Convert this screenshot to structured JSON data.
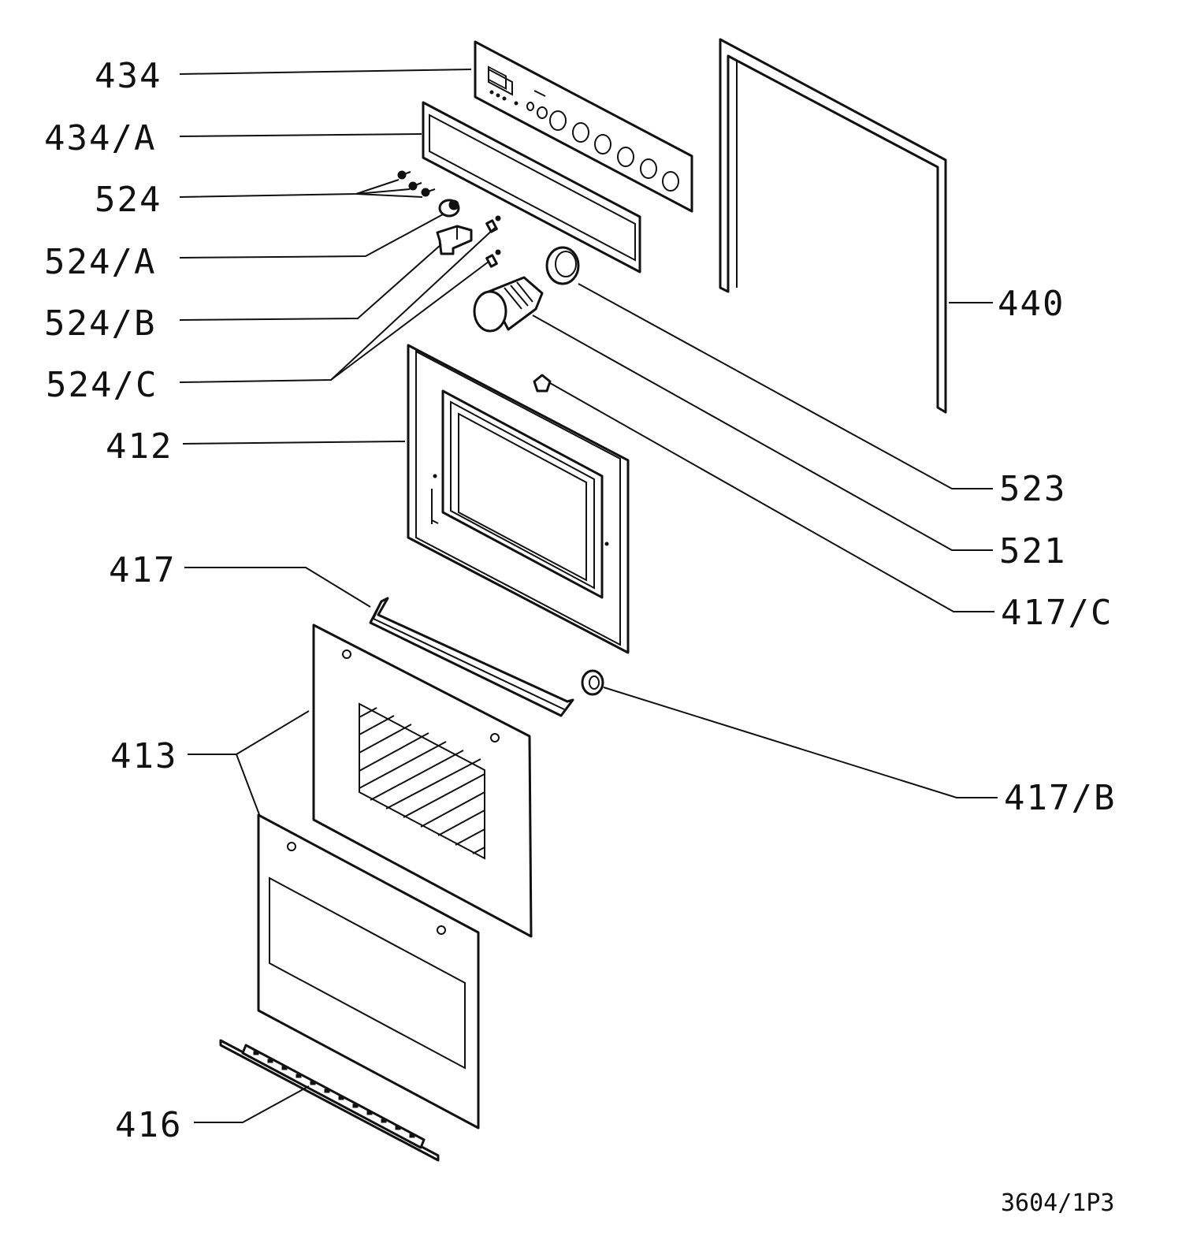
{
  "drawing_ref": "3604/1P3",
  "labels": {
    "l434": "434",
    "l434a": "434/A",
    "l524": "524",
    "l524a": "524/A",
    "l524b": "524/B",
    "l524c": "524/C",
    "l412": "412",
    "l417": "417",
    "l413": "413",
    "l416": "416",
    "l440": "440",
    "l523": "523",
    "l521": "521",
    "l417c": "417/C",
    "l417b": "417/B"
  }
}
